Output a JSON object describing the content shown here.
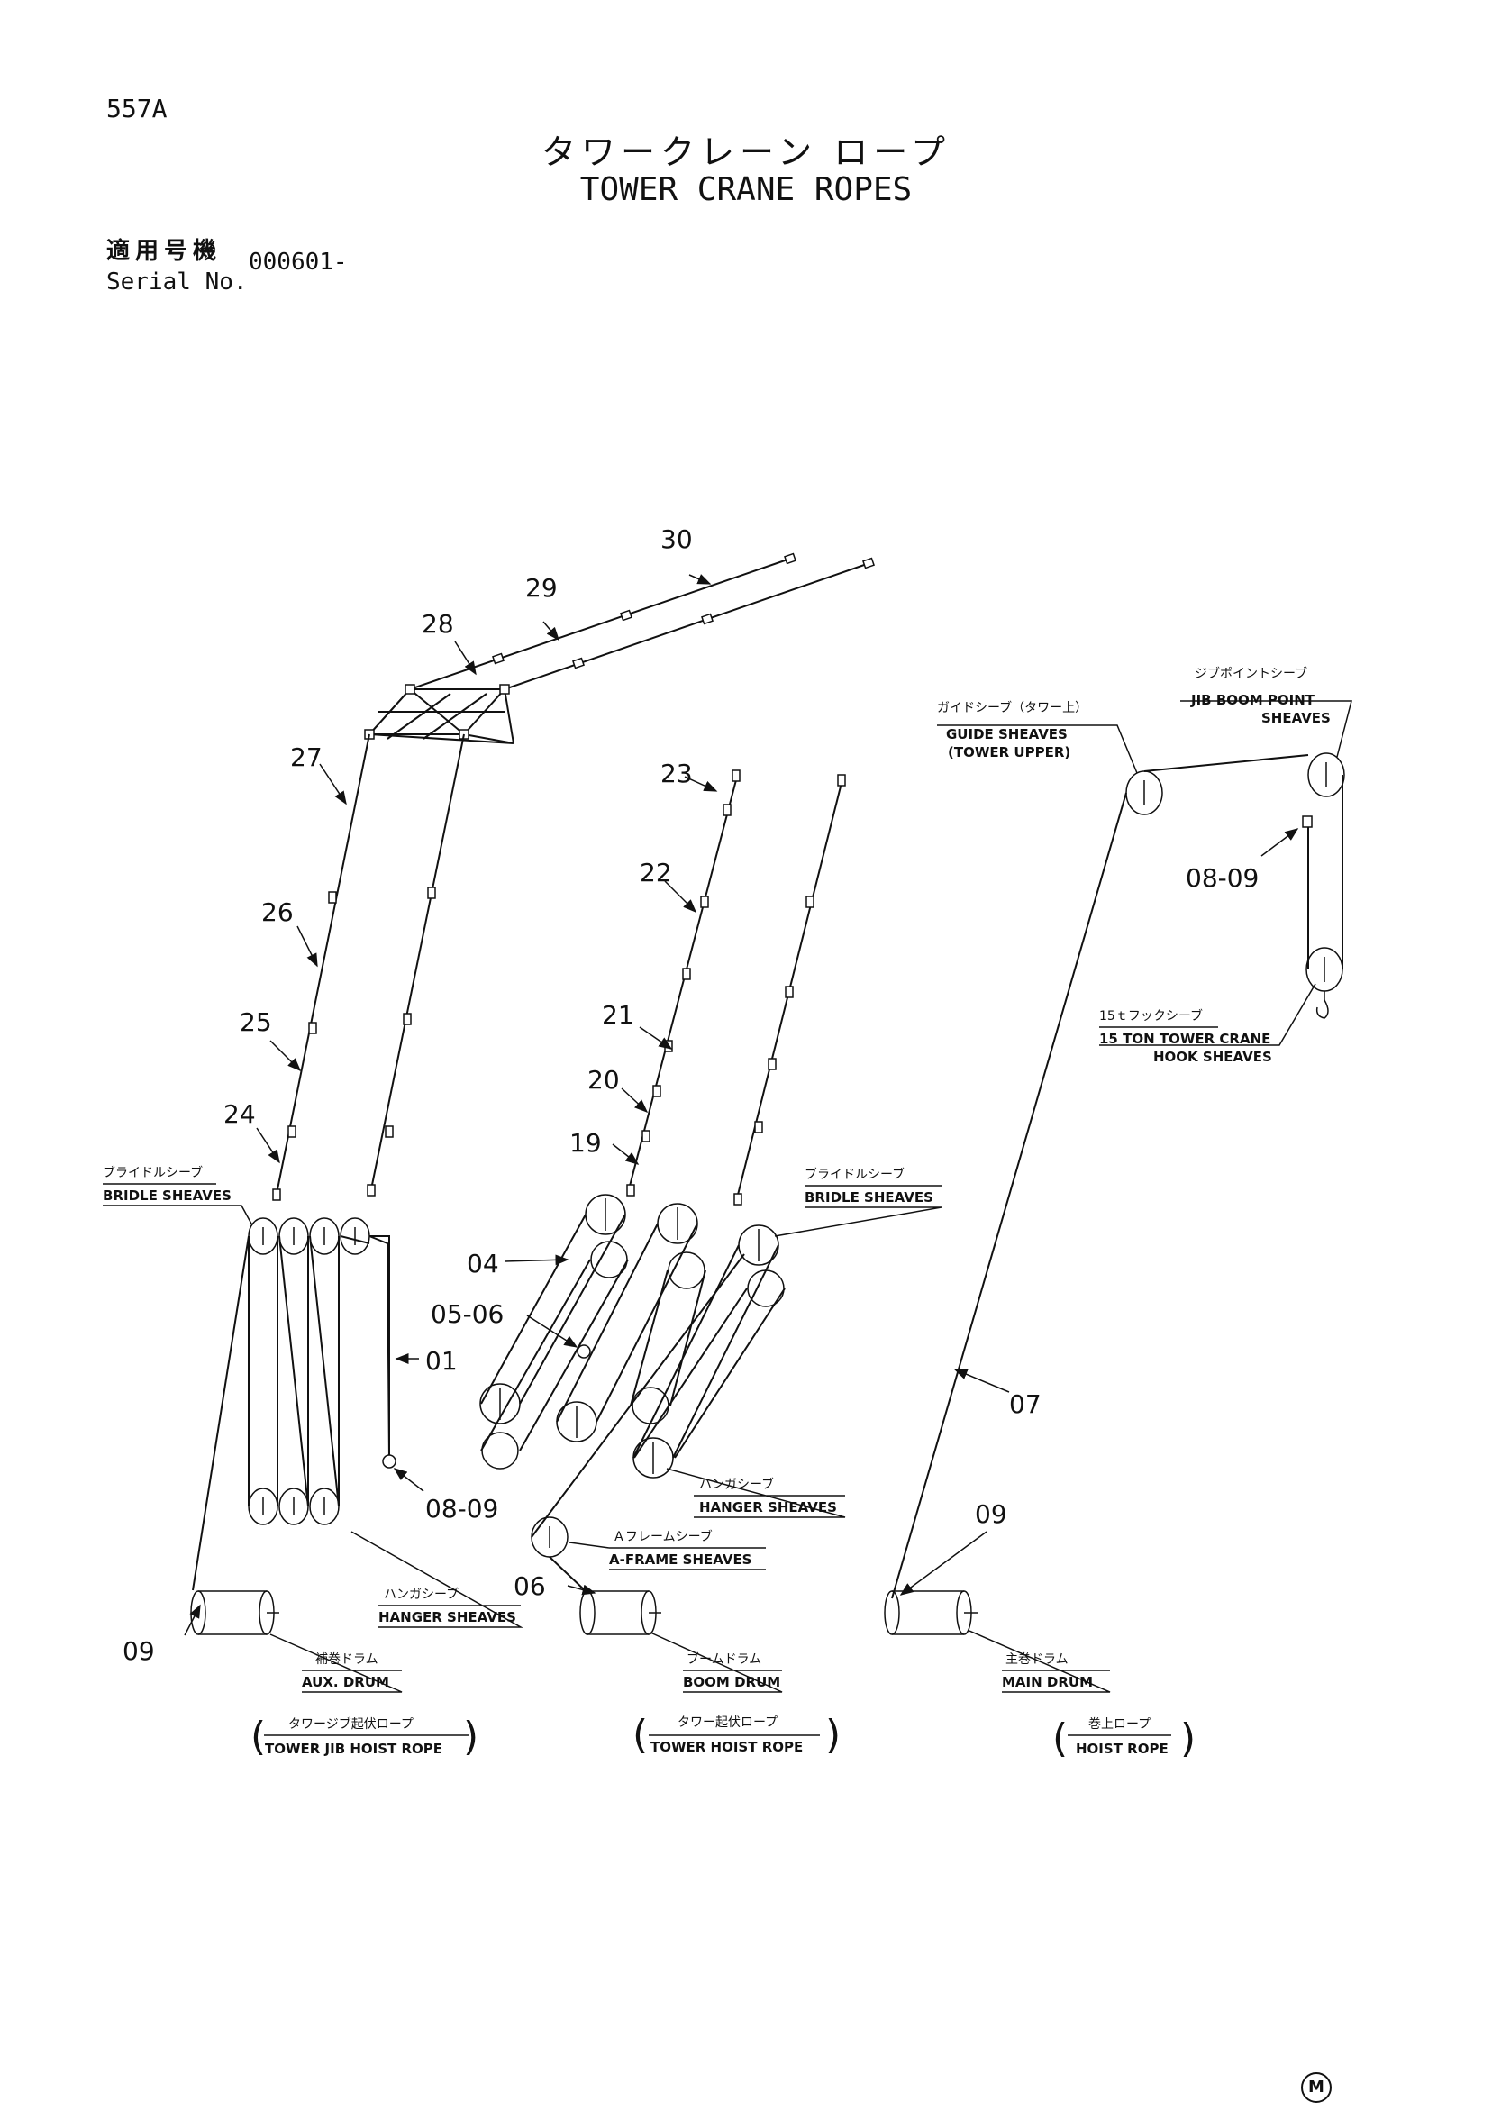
{
  "header": {
    "page_code": "557A",
    "title_jp": "タワークレーン ロープ",
    "title_en": "TOWER CRANE ROPES",
    "serial_label_jp": "適用号機",
    "serial_label_en": "Serial No.",
    "serial_value": "000601-"
  },
  "part_numbers": {
    "p30": "30",
    "p29": "29",
    "p28": "28",
    "p27": "27",
    "p26": "26",
    "p25": "25",
    "p24": "24",
    "p23": "23",
    "p22": "22",
    "p21": "21",
    "p20": "20",
    "p19": "19",
    "p04": "04",
    "p0506": "05-06",
    "p01": "01",
    "p0809a": "08-09",
    "p0809b": "08-09",
    "p07": "07",
    "p09a": "09",
    "p09b": "09",
    "p06": "06"
  },
  "labels": {
    "bridle_left_jp": "ブライドルシーブ",
    "bridle_left_en": "BRIDLE SHEAVES",
    "bridle_mid_jp": "ブライドルシーブ",
    "bridle_mid_en": "BRIDLE SHEAVES",
    "guide_jp": "ガイドシーブ（タワー上）",
    "guide_en1": "GUIDE SHEAVES",
    "guide_en2": "(TOWER UPPER)",
    "jib_jp": "ジブポイントシーブ",
    "jib_en1": "JIB BOOM POINT",
    "jib_en2": "SHEAVES",
    "hook_jp": "15ｔフックシーブ",
    "hook_en1": "15 TON TOWER CRANE",
    "hook_en2": "HOOK SHEAVES",
    "hanger_left_jp": "ハンガシーブ",
    "hanger_left_en": "HANGER SHEAVES",
    "hanger_mid_jp": "ハンガシーブ",
    "hanger_mid_en": "HANGER SHEAVES",
    "aframe_jp": "Ａフレームシーブ",
    "aframe_en": "A-FRAME SHEAVES",
    "aux_jp": "補巻ドラム",
    "aux_en": "AUX.  DRUM",
    "boom_jp": "ブームドラム",
    "boom_en": "BOOM DRUM",
    "main_jp": "主巻ドラム",
    "main_en": "MAIN DRUM",
    "rope1_jp": "タワージブ起伏ロープ",
    "rope1_en": "TOWER JIB HOIST ROPE",
    "rope2_jp": "タワー起伏ロープ",
    "rope2_en": "TOWER HOIST ROPE",
    "rope3_jp": "巻上ロープ",
    "rope3_en": "HOIST ROPE"
  },
  "footer": {
    "mark": "M"
  }
}
